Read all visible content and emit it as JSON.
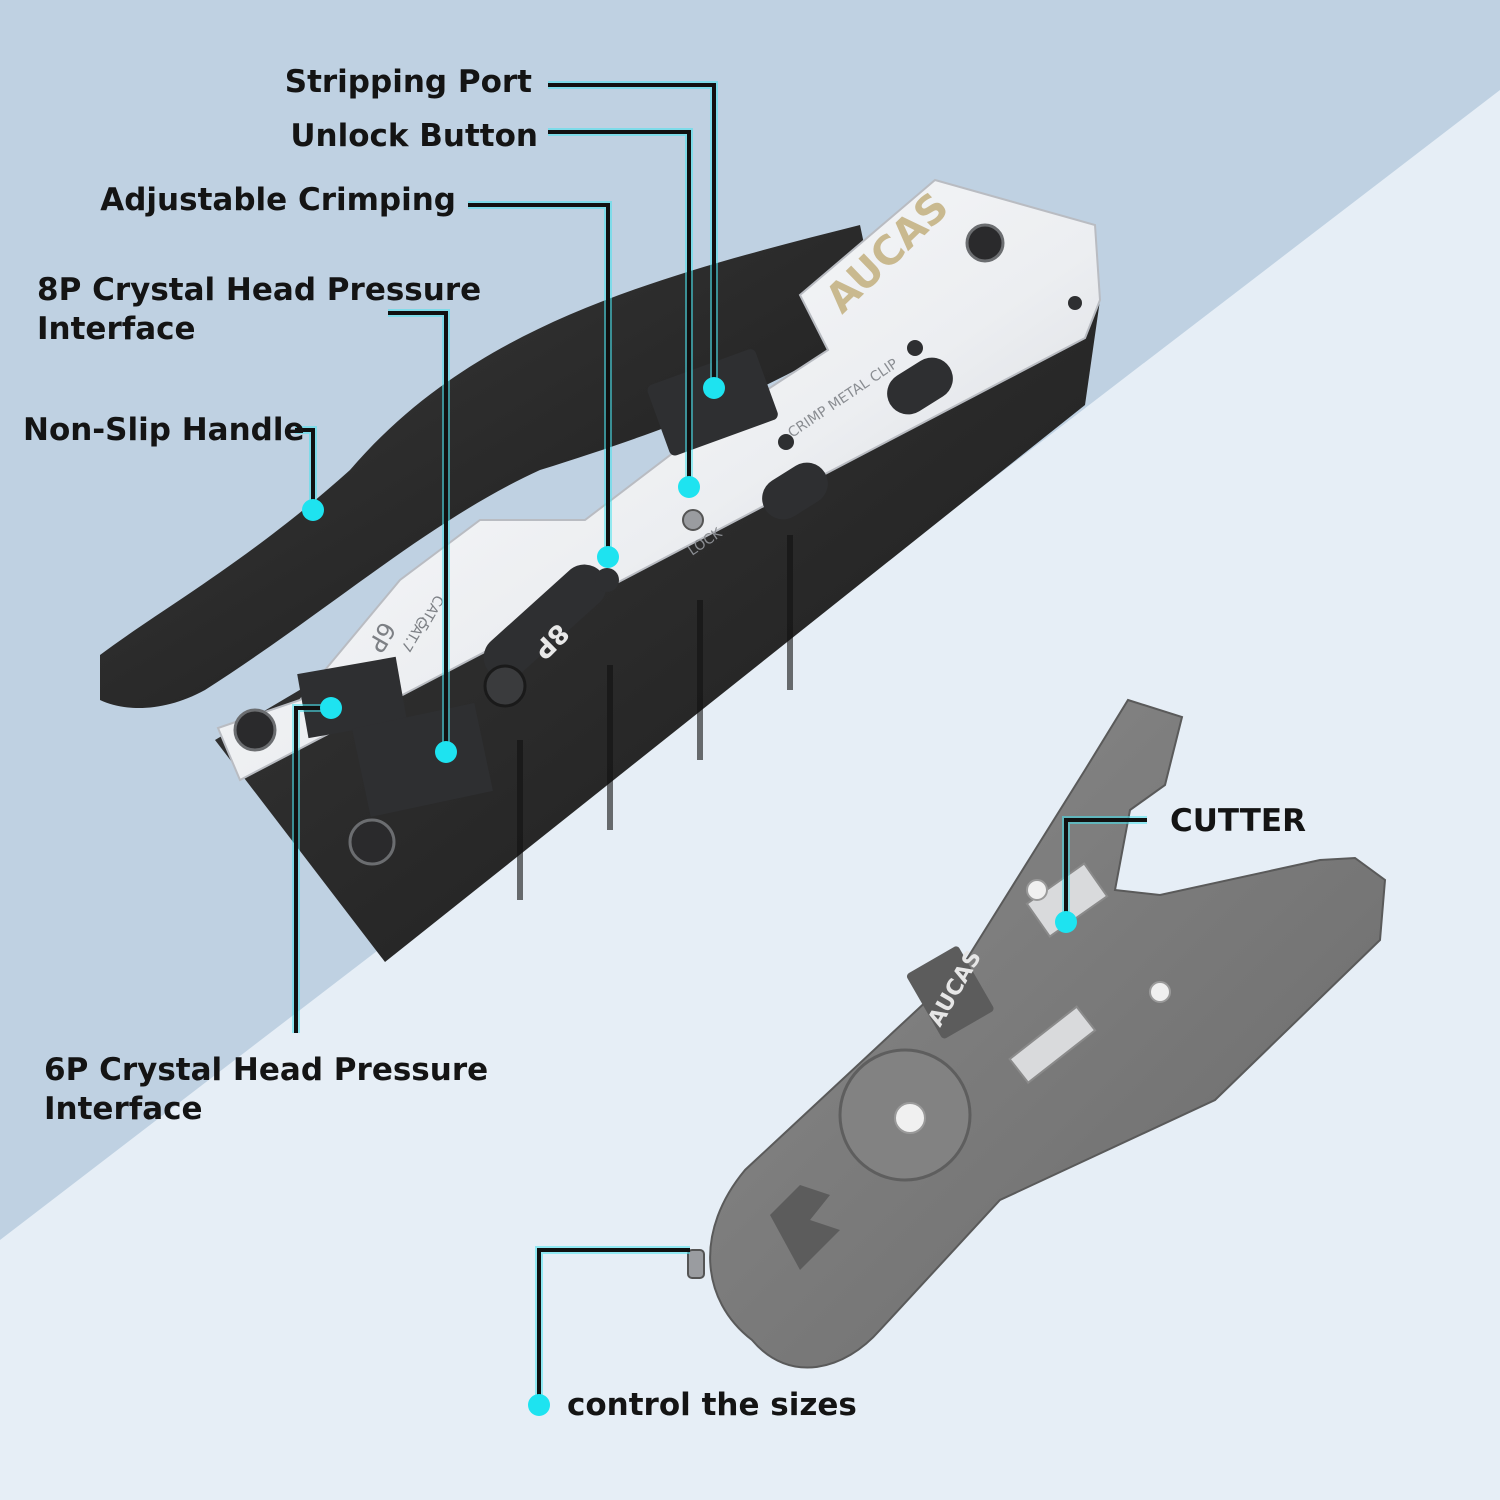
{
  "colors": {
    "background_top": "#bfd1e2",
    "background_bottom": "#e6eef6",
    "callout_line": "#111111",
    "callout_glow": "#49e3ee",
    "callout_dot": "#1ee3f0",
    "label_text": "#141414",
    "crimper_handle": "#232323",
    "crimper_plate": "#f1f2f4",
    "stripper_body": "#7a7a7a",
    "brand_text": "#c9b98f"
  },
  "callouts": {
    "stripping_port": "Stripping Port",
    "unlock_button": "Unlock Button",
    "adjustable_crimping": "Adjustable Crimping",
    "p8_interface": [
      "8P Crystal Head Pressure",
      "Interface"
    ],
    "non_slip_handle": "Non-Slip Handle",
    "p6_interface": [
      "6P Crystal Head Pressure",
      "Interface"
    ],
    "cutter": "CUTTER",
    "control_sizes": "control the sizes"
  },
  "tool_markings": {
    "brand": "AUCAS",
    "crimp_clip": "CRIMP METAL CLIP",
    "lock": "LOCK",
    "eight_p": "8P",
    "six_p": "6P",
    "cat7": "CAT.7",
    "cat5": "CAT.5"
  },
  "stripper_markings": {
    "brand": "AUCAS"
  }
}
